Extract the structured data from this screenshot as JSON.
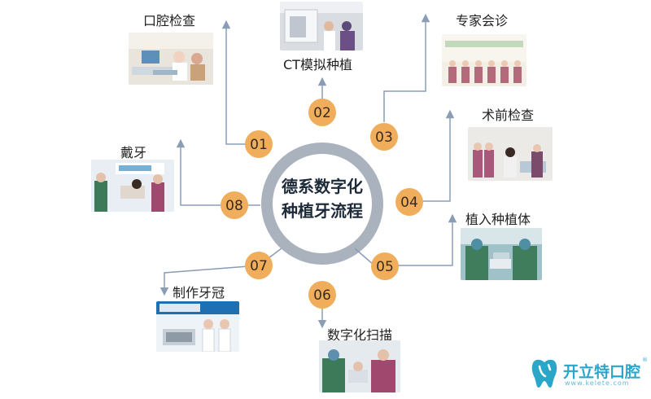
{
  "center": {
    "line1": "德系数字化",
    "line2": "种植牙流程"
  },
  "steps": [
    {
      "num": "01",
      "label": "口腔检查"
    },
    {
      "num": "02",
      "label": "CT模拟种植"
    },
    {
      "num": "03",
      "label": "专家会诊"
    },
    {
      "num": "04",
      "label": "术前检查"
    },
    {
      "num": "05",
      "label": "植入种植体"
    },
    {
      "num": "06",
      "label": "数字化扫描"
    },
    {
      "num": "07",
      "label": "制作牙冠"
    },
    {
      "num": "08",
      "label": "戴牙"
    }
  ],
  "logo": {
    "name": "开立特口腔",
    "url": "www.kelete.com",
    "reg": "®"
  },
  "colors": {
    "ring": "#a9b2bd",
    "node": "#f0ad5c",
    "node_text": "#3a2a1a",
    "line": "#8a9db5"
  }
}
